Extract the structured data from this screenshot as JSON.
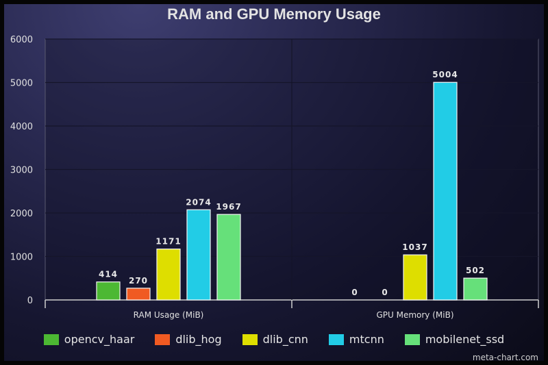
{
  "chart_data": {
    "type": "bar",
    "title": "RAM and GPU Memory Usage",
    "categories": [
      "RAM Usage (MiB)",
      "GPU Memory (MiB)"
    ],
    "series": [
      {
        "name": "opencv_haar",
        "color": "#4cb833",
        "values": [
          414,
          0
        ]
      },
      {
        "name": "dlib_hog",
        "color": "#f05a22",
        "values": [
          270,
          0
        ]
      },
      {
        "name": "dlib_cnn",
        "color": "#dede00",
        "values": [
          1171,
          1037
        ]
      },
      {
        "name": "mtcnn",
        "color": "#22cce6",
        "values": [
          2074,
          5004
        ]
      },
      {
        "name": "mobilenet_ssd",
        "color": "#66e07a",
        "values": [
          1967,
          502
        ]
      }
    ],
    "ylim": [
      0,
      6000
    ],
    "yticks": [
      0,
      1000,
      2000,
      3000,
      4000,
      5000,
      6000
    ],
    "grid": true,
    "legend_position": "bottom"
  },
  "watermark": "meta-chart.com"
}
